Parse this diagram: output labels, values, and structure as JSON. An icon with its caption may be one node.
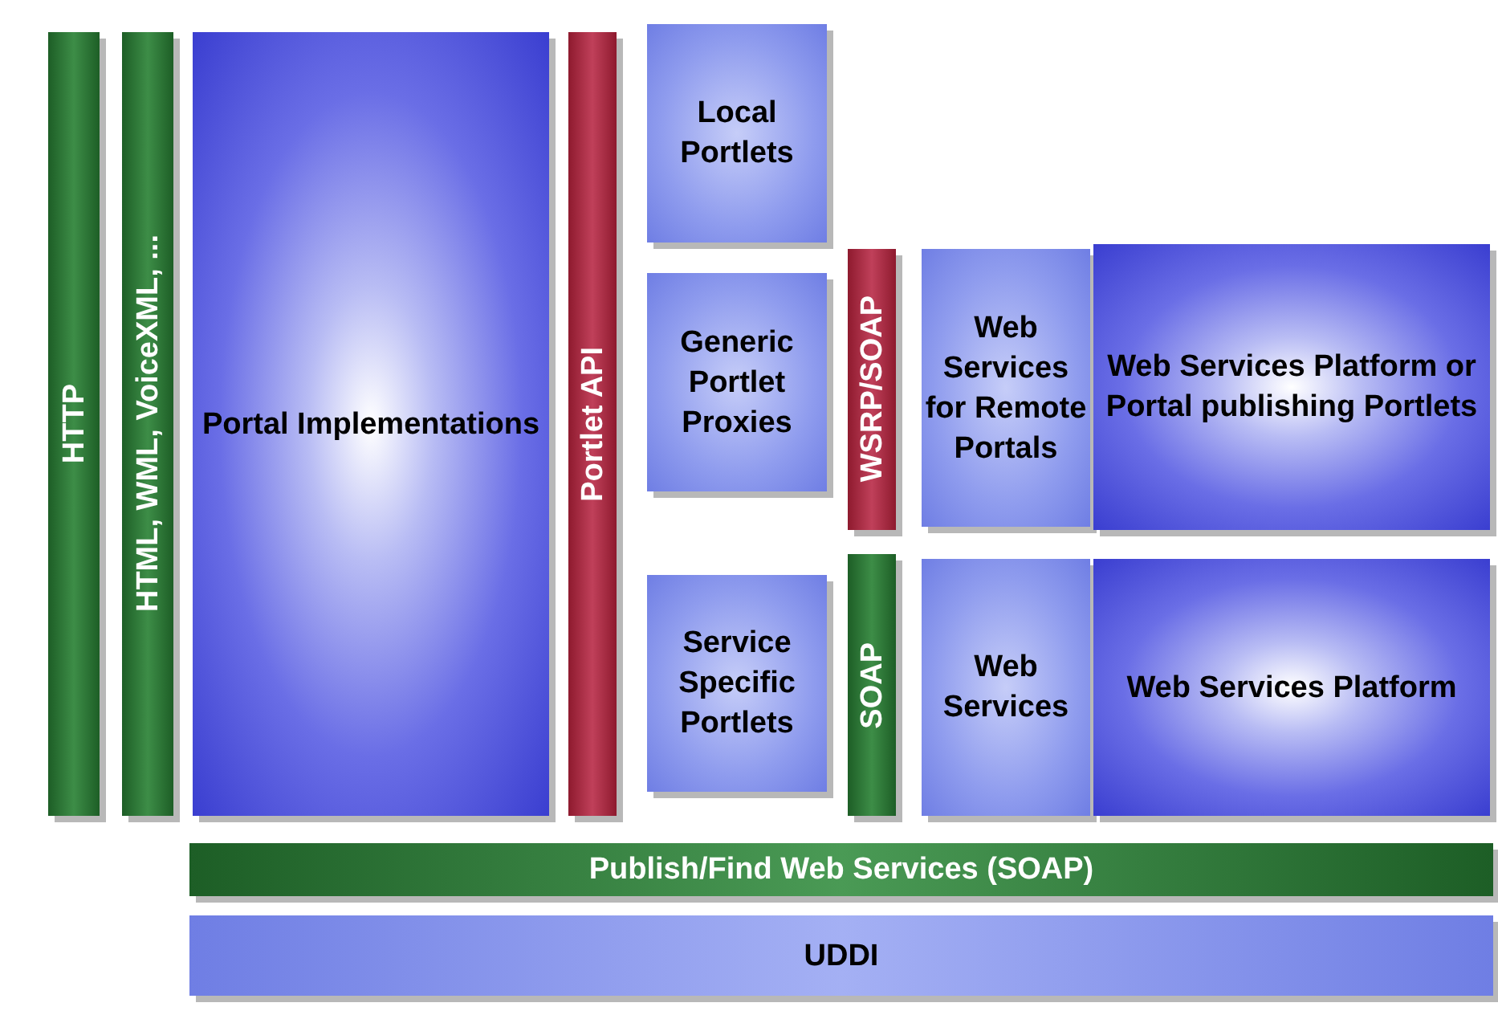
{
  "diagram": {
    "nodes": [
      {
        "text": [
          "HTTP"
        ]
      },
      {
        "text": [
          "HTML, WML, VoiceXML, ..."
        ]
      },
      {
        "text": [
          "Portal Implementations"
        ]
      },
      {
        "text": [
          "Portlet API"
        ]
      },
      {
        "text": [
          "Local Portlets"
        ]
      },
      {
        "text": [
          "Generic Portlet Proxies"
        ]
      },
      {
        "text": [
          "Service Specific Portlets"
        ]
      },
      {
        "text": [
          "WSRP/SOAP"
        ]
      },
      {
        "text": [
          "Web Services for Remote Portals"
        ]
      },
      {
        "text": [
          "Web Services Platform or Portal publishing Portlets"
        ]
      },
      {
        "text": [
          "SOAP"
        ]
      },
      {
        "text": [
          "Web Services"
        ]
      },
      {
        "text": [
          "Web Services Platform"
        ]
      },
      {
        "text": [
          "Publish/Find Web Services (SOAP)"
        ]
      },
      {
        "text": [
          "UDDI"
        ]
      }
    ]
  }
}
